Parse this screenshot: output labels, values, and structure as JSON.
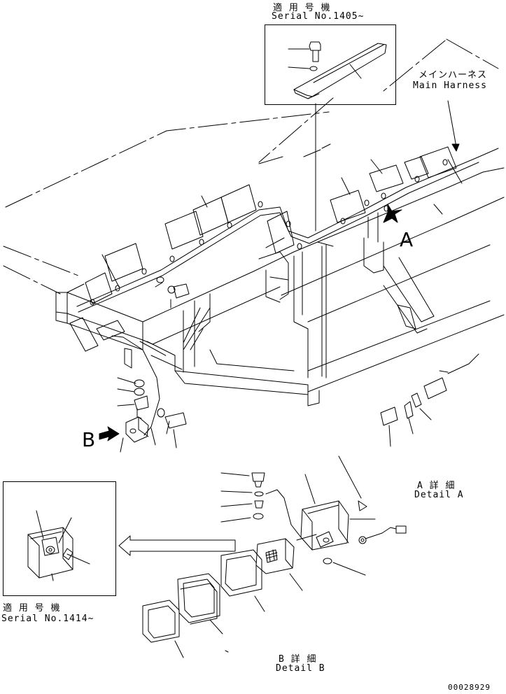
{
  "upper_inset": {
    "applicable_jp": "適 用 号 機",
    "serial": "Serial No.1405~"
  },
  "harness": {
    "label_jp": "メインハーネス",
    "label_en": "Main Harness"
  },
  "callout_A": "A",
  "callout_B": "B",
  "detail_A": {
    "label_jp": "A 詳 細",
    "label_en": "Detail A"
  },
  "lower_inset": {
    "applicable_jp": "適 用 号 機",
    "serial": "Serial No.1414~"
  },
  "detail_B": {
    "label_jp": "B 詳 細",
    "label_en": "Detail B"
  },
  "drawing_number": "00028929",
  "colors": {
    "line": "#000000",
    "background": "#ffffff"
  }
}
